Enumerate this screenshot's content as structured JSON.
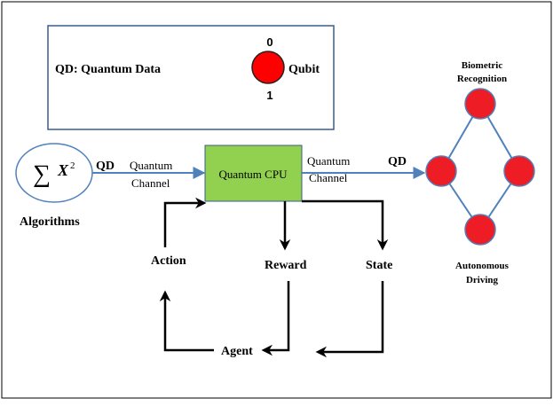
{
  "legend": {
    "qd_label": "QD: Quantum Data",
    "qubit_label": "Qubit",
    "state_zero": "0",
    "state_one": "1"
  },
  "algorithms": {
    "label": "Algorithms",
    "formula_sum": "∑",
    "formula_var": "X",
    "formula_exp": "2"
  },
  "channel_left": {
    "qd": "QD",
    "line1": "Quantum",
    "line2": "Channel"
  },
  "channel_right": {
    "qd": "QD",
    "line1": "Quantum",
    "line2": "Channel"
  },
  "cpu": {
    "label": "Quantum CPU"
  },
  "rl": {
    "action": "Action",
    "reward": "Reward",
    "state": "State",
    "agent": "Agent"
  },
  "applications": {
    "top": [
      "Biometric",
      "Recognition"
    ],
    "bottom": [
      "Autonomous",
      "Driving"
    ]
  },
  "colors": {
    "qubit_fill": "#ff0000",
    "node_fill": "#ee1c24",
    "cpu_fill": "#92d050",
    "channel_line": "#4f81bd",
    "box_border": "#385d8a"
  }
}
